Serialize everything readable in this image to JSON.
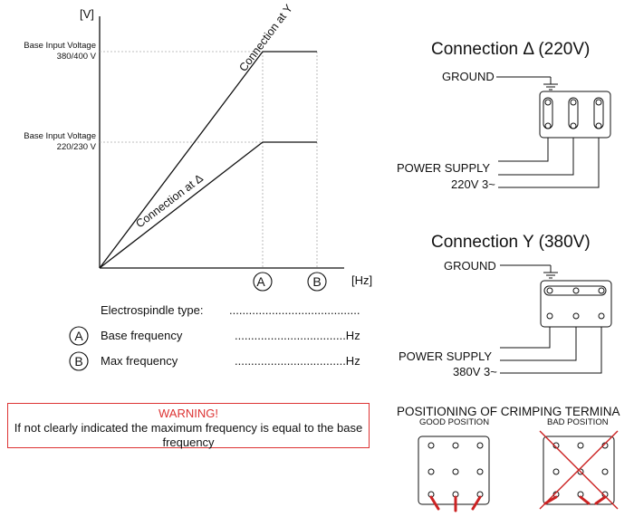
{
  "graph": {
    "y_unit": "[V]",
    "x_unit": "[Hz]",
    "v_label_high_1": "Base Input Voltage",
    "v_label_high_2": "380/400 V",
    "v_label_low_1": "Base Input Voltage",
    "v_label_low_2": "220/230 V",
    "line_y_label": "Connection at Y",
    "line_delta_label": "Connection at Δ",
    "point_a": "A",
    "point_b": "B"
  },
  "legend": {
    "type_label": "Electrospindle type:",
    "type_dots": "........................................",
    "a_symbol": "A",
    "a_label": "Base frequency",
    "a_dots": "..................................Hz",
    "b_symbol": "B",
    "b_label": "Max frequency",
    "b_dots": "..................................Hz"
  },
  "warning": {
    "title": "WARNING!",
    "text": "If not clearly indicated the maximum frequency is equal to the base frequency"
  },
  "delta_connection": {
    "title": "Connection Δ (220V)",
    "ground": "GROUND",
    "supply_1": "POWER SUPPLY",
    "supply_2": "220V 3~"
  },
  "y_connection": {
    "title": "Connection Y (380V)",
    "ground": "GROUND",
    "supply_1": "POWER SUPPLY",
    "supply_2": "380V 3~"
  },
  "crimping": {
    "title": "POSITIONING OF CRIMPING TERMINA",
    "good": "GOOD POSITION",
    "bad": "BAD POSITION"
  },
  "colors": {
    "warning": "#dd3333",
    "terminal": "#cc2222"
  }
}
